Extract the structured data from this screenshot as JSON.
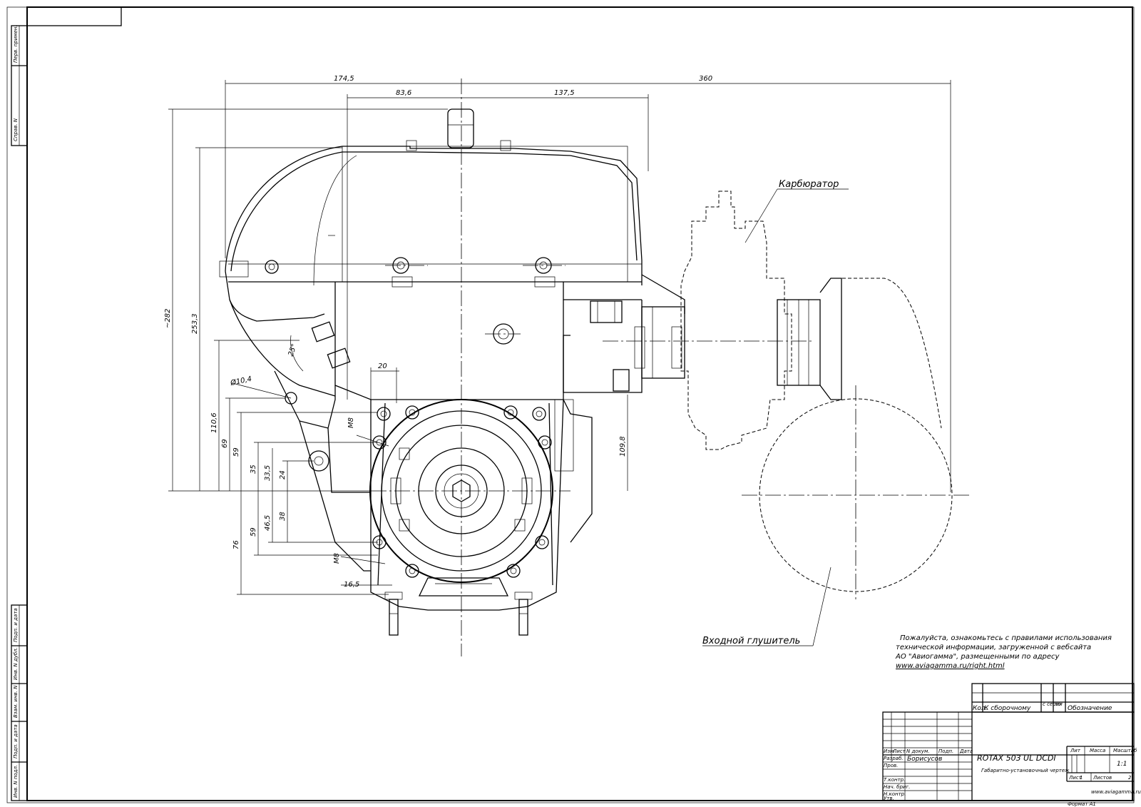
{
  "dimensions": {
    "top_174": "174,5",
    "top_360": "360",
    "top_83": "83,6",
    "top_137": "137,5",
    "h_282": "~282",
    "h_253": "253,3",
    "h_110": "110,6",
    "h_69": "69",
    "h_59a": "59",
    "h_35": "35",
    "h_33": "33,5",
    "h_24": "24",
    "h_76": "76",
    "h_59b": "59",
    "h_46": "46,5",
    "h_38": "38",
    "h_109": "109,8",
    "angle_25": "25°",
    "dia_10": "Ø10,4",
    "w_20": "20",
    "w_16": "16,5",
    "thread_m8a": "M8",
    "thread_m8b": "M8"
  },
  "labels": {
    "carburetor": "Карбюратор",
    "muffler": "Входной глушитель"
  },
  "notice": {
    "line1": "Пожалуйста, ознакомьтесь с правилами использования",
    "line2": "технической информации, загруженной с вебсайта",
    "line3": "АО \"Авиогамма\", размещенными по адресу",
    "line4": "www.aviagamma.ru/right.html"
  },
  "title_block": {
    "kol": "Кол.",
    "k_sbor": "К сборочному",
    "s_seriy": "с серии",
    "po": "по",
    "oboznachenie": "Обозначение",
    "product": "ROTAX 503 UL DCDI",
    "doc_type": "Габаритно-установочный чертеж",
    "lit": "Лит",
    "massa": "Масса",
    "masshtab": "Масштаб",
    "scale": "1:1",
    "list": "Лист",
    "listov": "Листов",
    "sheet_count": "2",
    "sheet_num": "1",
    "site": "www.aviagamma.ru",
    "format": "Формат А1",
    "izm": "Изм",
    "list_col": "Лист",
    "n_dokum": "N докум.",
    "podp": "Подп.",
    "data": "Дата",
    "razrab": "Разраб.",
    "razrab_name": "Борисусов",
    "prov": "Пров.",
    "t_kontr": "Т.контр.",
    "nach": "Нач. бриг.",
    "n_kontr": "Н.контр.",
    "utv": "Утв."
  },
  "side_strip": {
    "perv": "Перв. примен.",
    "sprav": "Справ. N",
    "podp1": "Подп. и дата",
    "inv_dubl": "Инв. N дубл.",
    "vzam": "Взам. инв. N",
    "podp2": "Подп. и дата",
    "inv_podl": "Инв. N подл."
  }
}
